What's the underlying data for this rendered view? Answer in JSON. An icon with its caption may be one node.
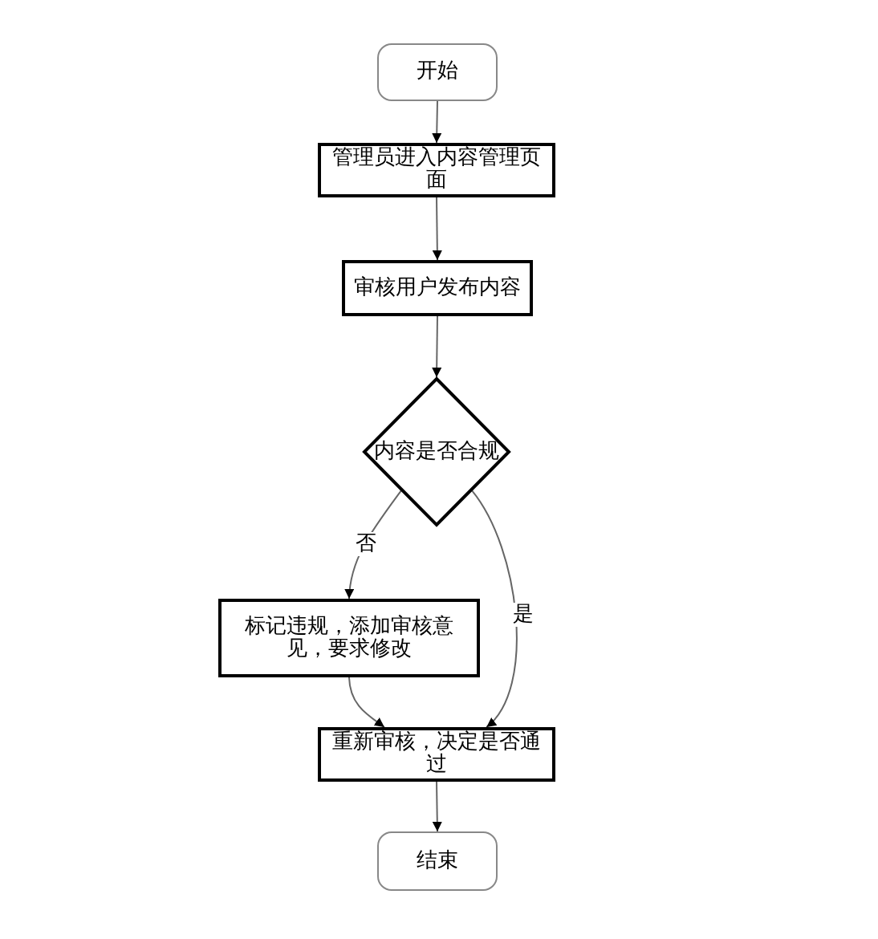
{
  "diagram": {
    "nodes": [
      {
        "text": [
          "开始"
        ]
      },
      {
        "text": [
          "管理员进入内容管理页面"
        ]
      },
      {
        "text": [
          "审核用户发布内容"
        ]
      },
      {
        "text": [
          "内容是否合规"
        ]
      },
      {
        "text": [
          "标记违规，添加审核意见，要求修改"
        ]
      },
      {
        "text": [
          "重新审核，决定是否通过"
        ]
      },
      {
        "text": [
          "结束"
        ]
      }
    ],
    "edges": [
      {
        "from": 0,
        "to": 1,
        "arrow": "to"
      },
      {
        "from": 1,
        "to": 2,
        "arrow": "to"
      },
      {
        "from": 2,
        "to": 3,
        "arrow": "to"
      },
      {
        "from": 3,
        "to": 4,
        "arrow": "to",
        "label": "否"
      },
      {
        "from": 3,
        "to": 5,
        "arrow": "to",
        "label": "是"
      },
      {
        "from": 4,
        "to": 5,
        "arrow": "to"
      },
      {
        "from": 5,
        "to": 6,
        "arrow": "to"
      }
    ]
  }
}
